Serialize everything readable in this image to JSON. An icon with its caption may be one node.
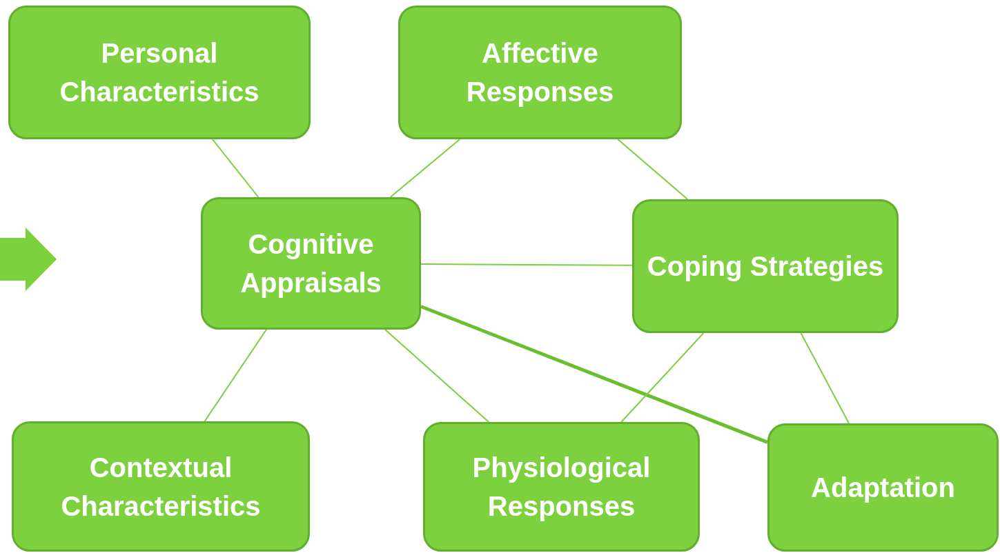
{
  "diagram": {
    "nodes": [
      {
        "text": [
          "Personal Characteristics"
        ]
      },
      {
        "text": [
          "Affective Responses"
        ]
      },
      {
        "text": [
          "Cognitive Appraisals"
        ]
      },
      {
        "text": [
          "Coping Strategies"
        ]
      },
      {
        "text": [
          "Contextual Characteristics"
        ]
      },
      {
        "text": [
          "Physiological Responses"
        ]
      },
      {
        "text": [
          "Adaptation"
        ]
      }
    ],
    "edges": [
      {
        "from": 0,
        "to": 2,
        "arrow": "none"
      },
      {
        "from": 1,
        "to": 2,
        "arrow": "none"
      },
      {
        "from": 1,
        "to": 3,
        "arrow": "none"
      },
      {
        "from": 2,
        "to": 3,
        "arrow": "none"
      },
      {
        "from": 2,
        "to": 4,
        "arrow": "none"
      },
      {
        "from": 2,
        "to": 5,
        "arrow": "none"
      },
      {
        "from": 2,
        "to": 6,
        "arrow": "none",
        "style": "thick",
        "color": "#6abf2e"
      },
      {
        "from": 3,
        "to": 5,
        "arrow": "none"
      },
      {
        "from": 3,
        "to": 6,
        "arrow": "none"
      }
    ]
  }
}
